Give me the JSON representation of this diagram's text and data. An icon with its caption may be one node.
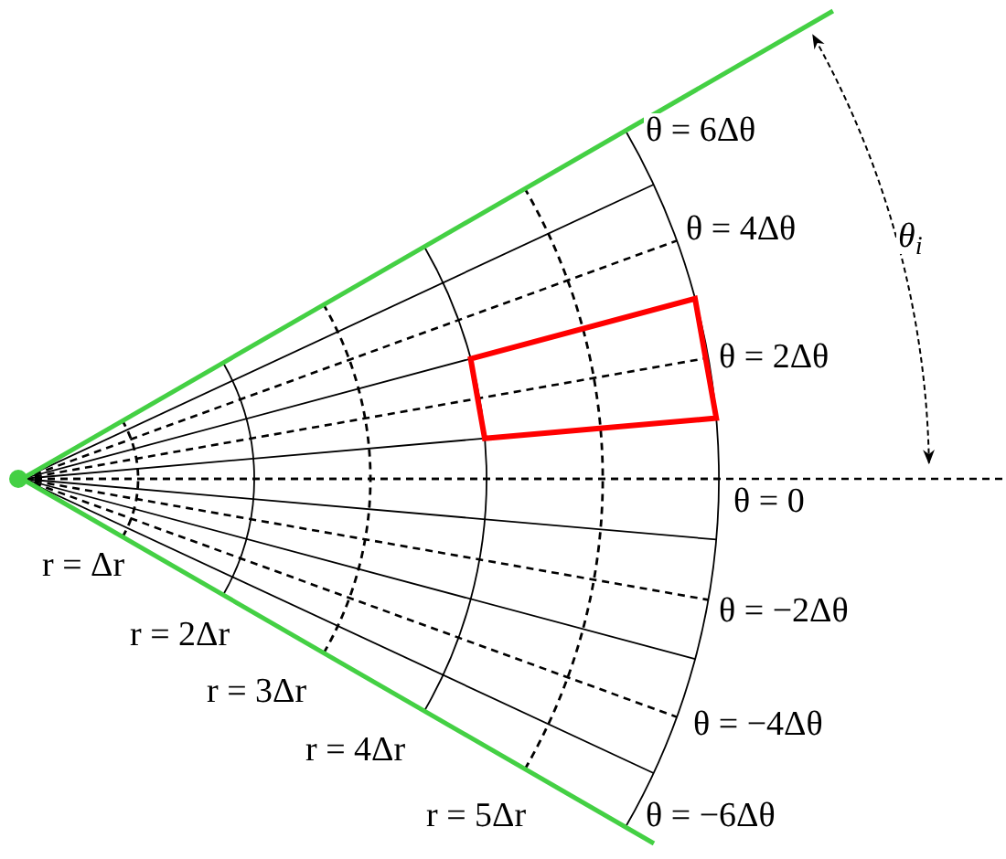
{
  "diagram": {
    "labels": [
      "θ = 6Δθ",
      "θ = 4Δθ",
      "θ$_{i}$",
      "θ = 2Δθ",
      "θ = 0",
      "r = Δr",
      "θ = −2Δθ",
      "r = 2Δr",
      "r = 3Δr",
      "θ = −4Δθ",
      "r = 4Δr",
      "r = 5Δr",
      "θ = −6Δθ"
    ]
  }
}
